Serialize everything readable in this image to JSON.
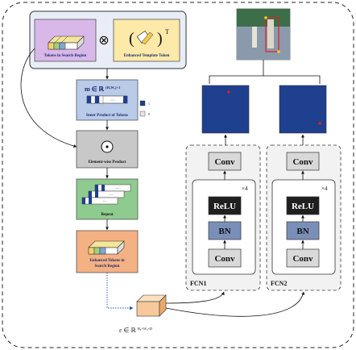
{
  "left_pipeline": {
    "tokens_label": "Tokens in Search Region",
    "template_label": "Enhanced Template Token",
    "transpose_mark": "T",
    "otimes": "⊗",
    "m_formula_main": "m",
    "m_formula_rest": "∈ ℝ",
    "m_formula_sup": "(HₓWₓ)×1",
    "inner_product_label": "Inner Product of Tokens",
    "legend": [
      "1",
      "0"
    ],
    "ellipsis": "···",
    "element_wise_label": "Element-wise Product",
    "odot": "⊙",
    "repeat_label": "Repeat",
    "enhanced_label_line1": "Enhanced Tokens in",
    "enhanced_label_line2": "Search Region",
    "output_formula_main": "ε ∈ ℝ",
    "output_formula_sup": "Hₓ×Wₓ×D"
  },
  "heads": [
    {
      "name": "FCN1",
      "layers": [
        "Conv",
        "ReLU",
        "BN",
        "Conv"
      ],
      "repeat": "×4"
    },
    {
      "name": "FCN2",
      "layers": [
        "Conv",
        "ReLU",
        "BN",
        "Conv"
      ],
      "repeat": "×4"
    }
  ],
  "colors": {
    "search_tokens_box": "#d8b8e8",
    "template_box": "#fde9a8",
    "enhanced_box": "#f4b183",
    "conv_fill": "#d9d9d9",
    "relu_fill": "#1f1f1f",
    "bn_fill": "#7a8fb8",
    "heatmap_fill": "#1f3f8f",
    "output_tensor": "#f7c99a",
    "element_wise_box": "#c8c8c8",
    "top_panel": "#e8edf6"
  }
}
